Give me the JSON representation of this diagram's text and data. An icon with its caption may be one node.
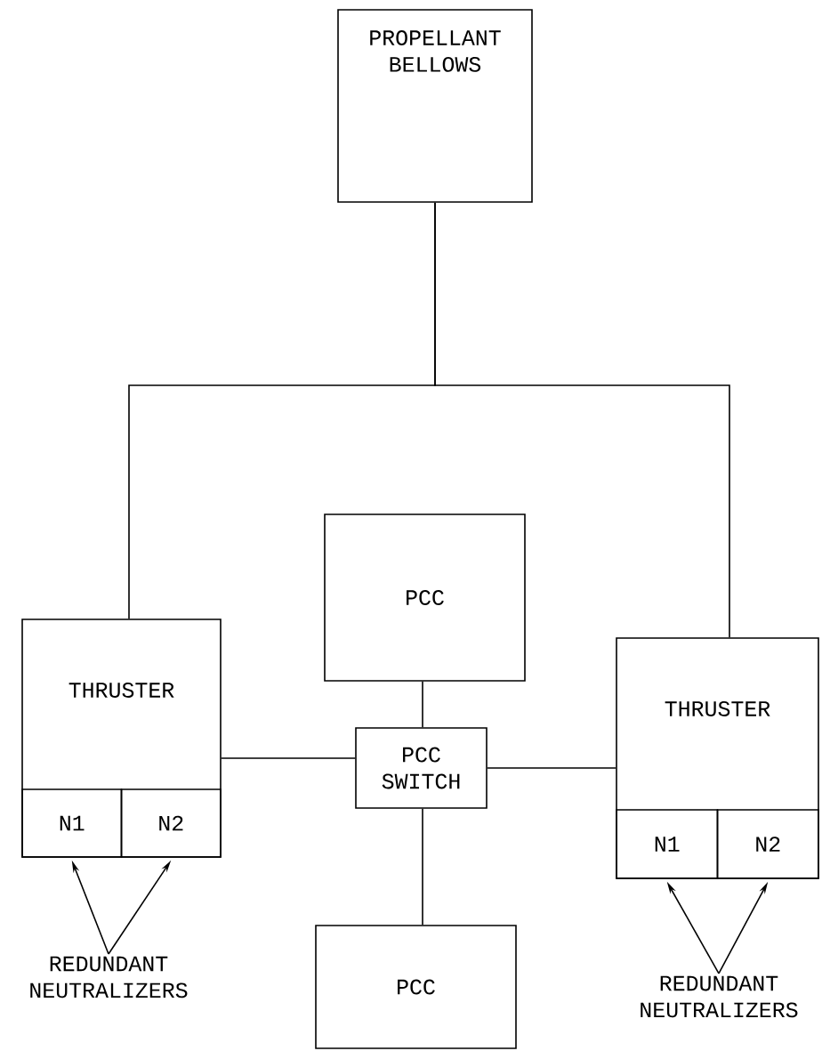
{
  "diagram": {
    "nodes": [
      {
        "text": [
          "PROPELLANT BELLOWS"
        ]
      },
      {
        "text": [
          "PCC"
        ]
      },
      {
        "text": [
          "THRUSTER"
        ]
      },
      {
        "text": [
          "N1"
        ],
        "in": 2
      },
      {
        "text": [
          "N2"
        ],
        "in": 2
      },
      {
        "text": [
          "PCC SWITCH"
        ]
      },
      {
        "text": [
          "THRUSTER"
        ]
      },
      {
        "text": [
          "N1"
        ],
        "in": 6
      },
      {
        "text": [
          "N2"
        ],
        "in": 6
      },
      {
        "text": [
          "PCC"
        ]
      },
      {
        "text": [
          "REDUNDANT NEUTRALIZERS"
        ]
      },
      {
        "text": [
          "REDUNDANT NEUTRALIZERS"
        ]
      }
    ],
    "edges": [
      {
        "from": 0,
        "to": 2,
        "arrow": "none"
      },
      {
        "from": 0,
        "to": 6,
        "arrow": "none"
      },
      {
        "from": 1,
        "to": 5,
        "arrow": "none"
      },
      {
        "from": 2,
        "to": 5,
        "arrow": "none"
      },
      {
        "from": 5,
        "to": 6,
        "arrow": "none"
      },
      {
        "from": 5,
        "to": 9,
        "arrow": "none"
      },
      {
        "from": 10,
        "to": 3,
        "arrow": "to"
      },
      {
        "from": 10,
        "to": 4,
        "arrow": "to"
      },
      {
        "from": 11,
        "to": 7,
        "arrow": "to"
      },
      {
        "from": 11,
        "to": 8,
        "arrow": "to"
      }
    ]
  }
}
